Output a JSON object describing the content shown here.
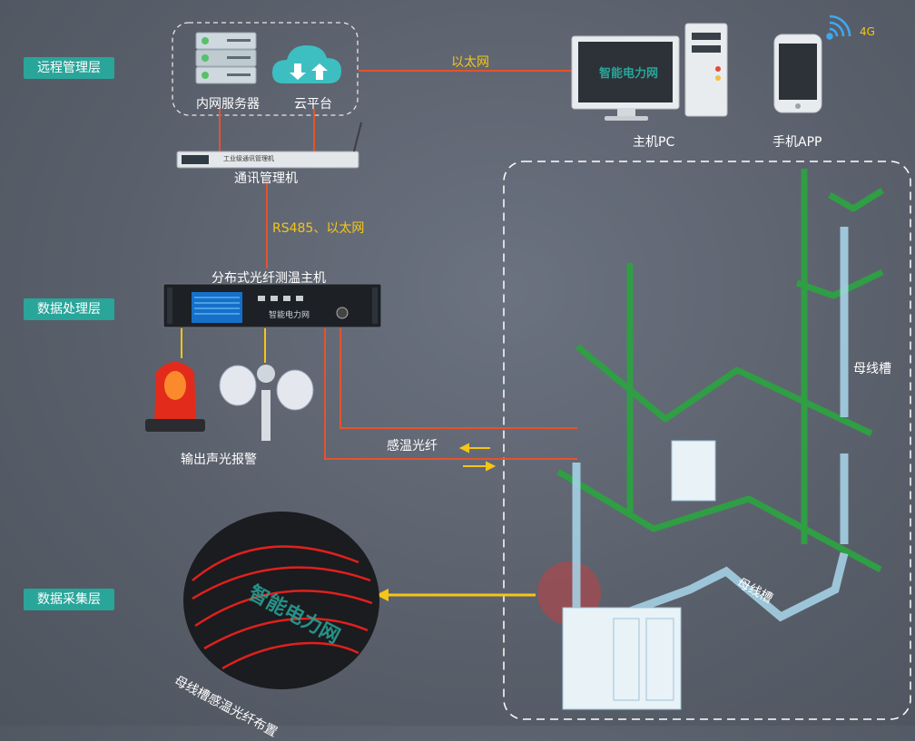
{
  "layers": {
    "remote": "远程管理层",
    "processing": "数据处理层",
    "collection": "数据采集层"
  },
  "devices": {
    "server": "内网服务器",
    "cloud": "云平台",
    "comm_manager": "通讯管理机",
    "comm_panel_text": "工业级通讯管理机",
    "host_pc": "主机PC",
    "mobile_app": "手机APP",
    "network_4g": "4G",
    "host": "分布式光纤测温主机",
    "host_logo": "智能电力网",
    "pc_logo": "智能电力网",
    "alarm": "输出声光报警",
    "layout": "母线槽感温光纤布置",
    "layout_logo": "智能电力网"
  },
  "links": {
    "ethernet": "以太网",
    "rs485": "RS485、以太网",
    "fiber": "感温光纤"
  },
  "scene": {
    "busbar_top": "母线槽",
    "busbar_bottom": "母线槽"
  },
  "colors": {
    "tag_bg": "#2aa59a",
    "red_line": "#e5532d",
    "yellow": "#f5c518",
    "busbar_green": "#2f9e44"
  }
}
